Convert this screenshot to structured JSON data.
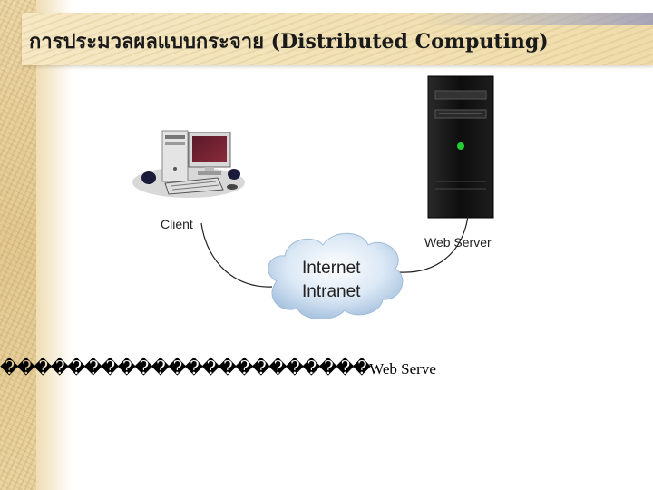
{
  "slide": {
    "title": "การประมวลผลแบบกระจาย (Distributed Computing)"
  },
  "diagram": {
    "client_label": "Client",
    "server_label": "Web Server",
    "network_line1": "Internet",
    "network_line2": "Intranet"
  },
  "bottom": {
    "garbled": "����������������������",
    "tail": "Web Serve"
  },
  "colors": {
    "title_background": "#f4e4bb",
    "left_strip": "#e8d09c",
    "cloud": "#c9dcef",
    "server_case": "#111111",
    "power_led": "#22cc33"
  },
  "icons": [
    "desktop-computer-icon",
    "tower-server-icon",
    "cloud-icon"
  ]
}
